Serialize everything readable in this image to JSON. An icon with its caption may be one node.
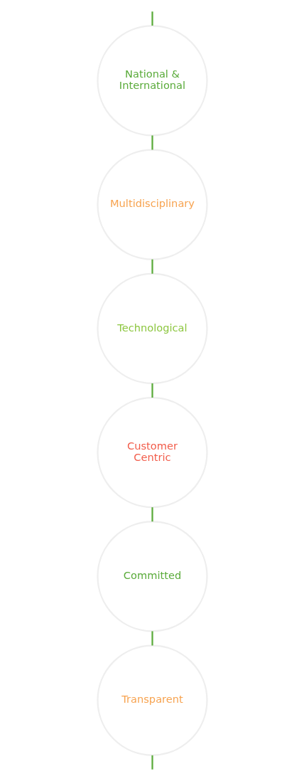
{
  "diagram": {
    "nodes": [
      {
        "text": [
          "National & International"
        ]
      },
      {
        "text": [
          "Multidisciplinary"
        ]
      },
      {
        "text": [
          "Technological"
        ]
      },
      {
        "text": [
          "Customer Centric"
        ]
      },
      {
        "text": [
          "Committed"
        ]
      },
      {
        "text": [
          "Transparent"
        ]
      }
    ],
    "edges": [
      {
        "from": null,
        "to": 0,
        "arrow": "none"
      },
      {
        "from": 0,
        "to": 1,
        "arrow": "none"
      },
      {
        "from": 1,
        "to": 2,
        "arrow": "none"
      },
      {
        "from": 2,
        "to": 3,
        "arrow": "none"
      },
      {
        "from": 3,
        "to": 4,
        "arrow": "none"
      },
      {
        "from": 4,
        "to": 5,
        "arrow": "none"
      },
      {
        "from": 5,
        "to": null,
        "arrow": "none"
      }
    ]
  }
}
